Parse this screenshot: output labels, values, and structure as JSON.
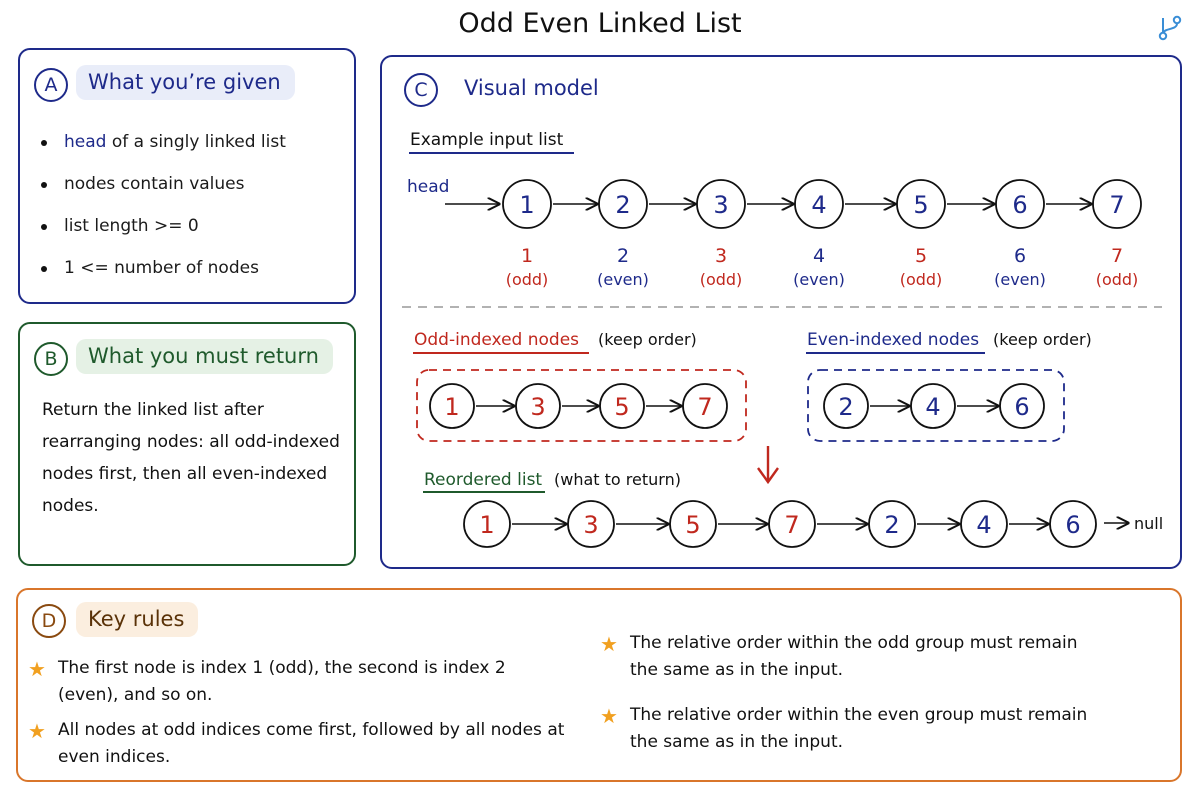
{
  "title": "Odd Even Linked List",
  "colors": {
    "navy": "#1e2a8a",
    "green": "#1f5a2c",
    "orange": "#d9762b",
    "red": "#c0281e",
    "blue": "#1e2a8a",
    "star": "#f1a020"
  },
  "panel_a": {
    "badge": "A",
    "heading": "What you’re given",
    "bullets": [
      {
        "highlight": "head",
        "text": " of a singly linked list"
      },
      {
        "highlight": "",
        "text": "nodes contain values"
      },
      {
        "highlight": "",
        "text": "list length >= 0"
      },
      {
        "highlight": "",
        "text": "1 <= number of nodes"
      }
    ]
  },
  "panel_b": {
    "badge": "B",
    "heading": "What you must return",
    "text": "Return the linked list after rearranging nodes: all odd-indexed nodes first, then all even-indexed nodes."
  },
  "panel_c": {
    "badge": "C",
    "heading": "Visual model",
    "input_label": "Example input list",
    "head_label": "head",
    "input_nodes": [
      "1",
      "2",
      "3",
      "4",
      "5",
      "6",
      "7"
    ],
    "index_labels": [
      {
        "index": "1",
        "parity": "(odd)"
      },
      {
        "index": "2",
        "parity": "(even)"
      },
      {
        "index": "3",
        "parity": "(odd)"
      },
      {
        "index": "4",
        "parity": "(even)"
      },
      {
        "index": "5",
        "parity": "(odd)"
      },
      {
        "index": "6",
        "parity": "(even)"
      },
      {
        "index": "7",
        "parity": "(odd)"
      }
    ],
    "odd_label": "Odd-indexed nodes",
    "odd_suffix": "(keep order)",
    "odd_nodes": [
      "1",
      "3",
      "5",
      "7"
    ],
    "even_label": "Even-indexed nodes",
    "even_suffix": "(keep order)",
    "even_nodes": [
      "2",
      "4",
      "6"
    ],
    "reordered_label": "Reordered list",
    "reordered_suffix": "(what to return)",
    "reordered_nodes": [
      {
        "value": "1",
        "group": "odd"
      },
      {
        "value": "3",
        "group": "odd"
      },
      {
        "value": "5",
        "group": "odd"
      },
      {
        "value": "7",
        "group": "odd"
      },
      {
        "value": "2",
        "group": "even"
      },
      {
        "value": "4",
        "group": "even"
      },
      {
        "value": "6",
        "group": "even"
      }
    ],
    "null_label": "null"
  },
  "panel_d": {
    "badge": "D",
    "heading": "Key rules",
    "rules": [
      "The first node is index 1 (odd), the second is index 2 (even), and so on.",
      "All nodes at odd indices come first, followed by all nodes at even indices.",
      "The relative order within the odd group must remain the same as in the input.",
      "The relative order within the even group must remain the same as in the input."
    ]
  }
}
